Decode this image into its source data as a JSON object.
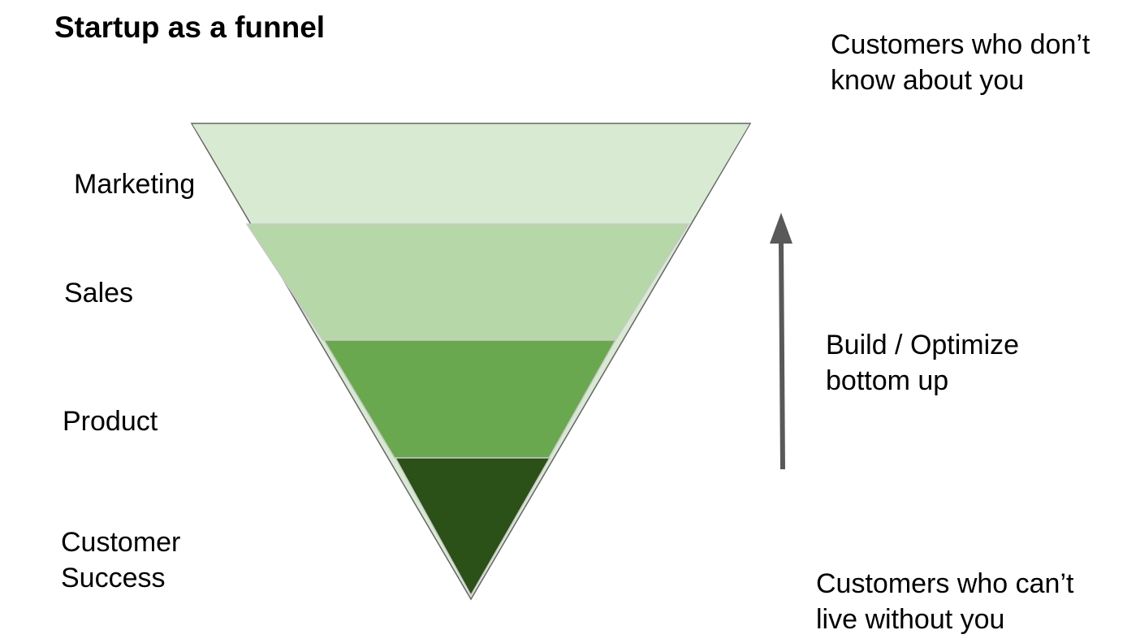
{
  "title": "Startup as a funnel",
  "stages": [
    {
      "label": "Marketing",
      "color": "#d9ead3"
    },
    {
      "label": "Sales",
      "color": "#b6d7a8"
    },
    {
      "label": "Product",
      "color": "#6aa84f"
    },
    {
      "label": "Customer\nSuccess",
      "color": "#274e13"
    }
  ],
  "annotations": {
    "top": "Customers who don’t\nknow about you",
    "middle": "Build / Optimize\nbottom up",
    "bottom": "Customers who can’t\nlive without you"
  },
  "arrow": {
    "direction": "up",
    "color": "#595959"
  }
}
